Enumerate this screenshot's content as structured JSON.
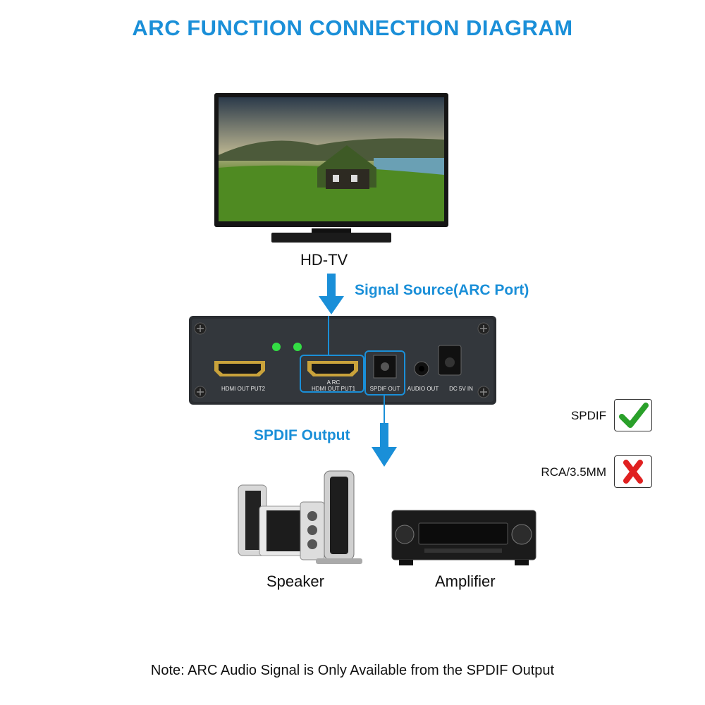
{
  "title": "ARC FUNCTION CONNECTION DIAGRAM",
  "tv_label": "HD-TV",
  "signal_source_label": "Signal Source(ARC Port)",
  "spdif_output_label": "SPDIF Output",
  "device": {
    "port_hdmi_out2": "HDMI OUT PUT2",
    "port_arc": "A RC",
    "port_hdmi_out1": "HDMI OUT PUT1",
    "port_spdif": "SPDIF  OUT",
    "port_audio_out": "AUDIO OUT",
    "port_dc": "DC 5V IN"
  },
  "options": [
    {
      "label": "SPDIF",
      "supported": true,
      "mark_icon": "check-icon"
    },
    {
      "label": "RCA/3.5MM",
      "supported": false,
      "mark_icon": "cross-icon"
    }
  ],
  "speaker_label": "Speaker",
  "amplifier_label": "Amplifier",
  "note": "Note: ARC Audio Signal is Only Available from the SPDIF Output",
  "colors": {
    "accent_blue": "#1a8fd8",
    "check_green": "#2aa02a",
    "cross_red": "#e02020"
  }
}
